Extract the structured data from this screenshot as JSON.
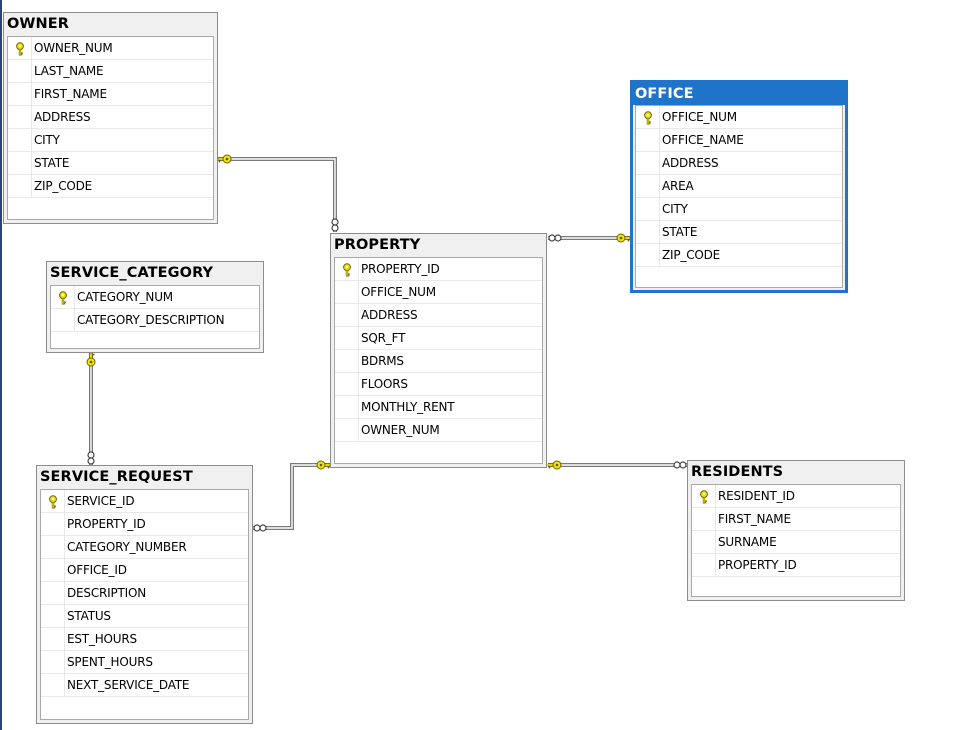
{
  "tables": {
    "owner": {
      "name": "OWNER",
      "columns": [
        "OWNER_NUM",
        "LAST_NAME",
        "FIRST_NAME",
        "ADDRESS",
        "CITY",
        "STATE",
        "ZIP_CODE"
      ],
      "primary_key": "OWNER_NUM"
    },
    "office": {
      "name": "OFFICE",
      "columns": [
        "OFFICE_NUM",
        "OFFICE_NAME",
        "ADDRESS",
        "AREA",
        "CITY",
        "STATE",
        "ZIP_CODE"
      ],
      "primary_key": "OFFICE_NUM",
      "selected": true
    },
    "property": {
      "name": "PROPERTY",
      "columns": [
        "PROPERTY_ID",
        "OFFICE_NUM",
        "ADDRESS",
        "SQR_FT",
        "BDRMS",
        "FLOORS",
        "MONTHLY_RENT",
        "OWNER_NUM"
      ],
      "primary_key": "PROPERTY_ID"
    },
    "service_category": {
      "name": "SERVICE_CATEGORY",
      "columns": [
        "CATEGORY_NUM",
        "CATEGORY_DESCRIPTION"
      ],
      "primary_key": "CATEGORY_NUM"
    },
    "service_request": {
      "name": "SERVICE_REQUEST",
      "columns": [
        "SERVICE_ID",
        "PROPERTY_ID",
        "CATEGORY_NUMBER",
        "OFFICE_ID",
        "DESCRIPTION",
        "STATUS",
        "EST_HOURS",
        "SPENT_HOURS",
        "NEXT_SERVICE_DATE"
      ],
      "primary_key": "SERVICE_ID"
    },
    "residents": {
      "name": "RESIDENTS",
      "columns": [
        "RESIDENT_ID",
        "FIRST_NAME",
        "SURNAME",
        "PROPERTY_ID"
      ],
      "primary_key": "RESIDENT_ID"
    }
  },
  "relationships": [
    {
      "from": "OWNER",
      "to": "PROPERTY",
      "one_side": "OWNER",
      "many_side": "PROPERTY"
    },
    {
      "from": "OFFICE",
      "to": "PROPERTY",
      "one_side": "OFFICE",
      "many_side": "PROPERTY"
    },
    {
      "from": "PROPERTY",
      "to": "RESIDENTS",
      "one_side": "PROPERTY",
      "many_side": "RESIDENTS"
    },
    {
      "from": "PROPERTY",
      "to": "SERVICE_REQUEST",
      "one_side": "PROPERTY",
      "many_side": "SERVICE_REQUEST"
    },
    {
      "from": "SERVICE_CATEGORY",
      "to": "SERVICE_REQUEST",
      "one_side": "SERVICE_CATEGORY",
      "many_side": "SERVICE_REQUEST"
    }
  ],
  "colors": {
    "selection_blue": "#1f73c9",
    "key_yellow": "#f5e400",
    "line_gray": "#8c8c8c",
    "header_gray": "#f0f0f0",
    "canvas_left_border": "#27457a"
  },
  "icons": {
    "primary_key": "key-icon",
    "one_end": "key-icon",
    "many_end": "infinity-icon"
  }
}
